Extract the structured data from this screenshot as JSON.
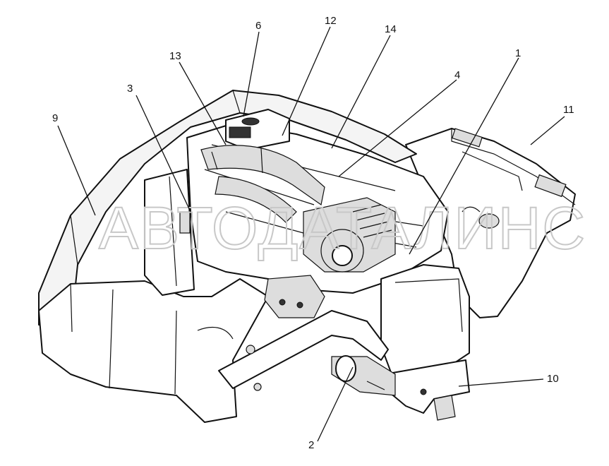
{
  "watermark": "АВТОДАТАЛИНС",
  "callouts": [
    "1",
    "2",
    "3",
    "4",
    "6",
    "9",
    "10",
    "11",
    "12",
    "13",
    "14"
  ]
}
